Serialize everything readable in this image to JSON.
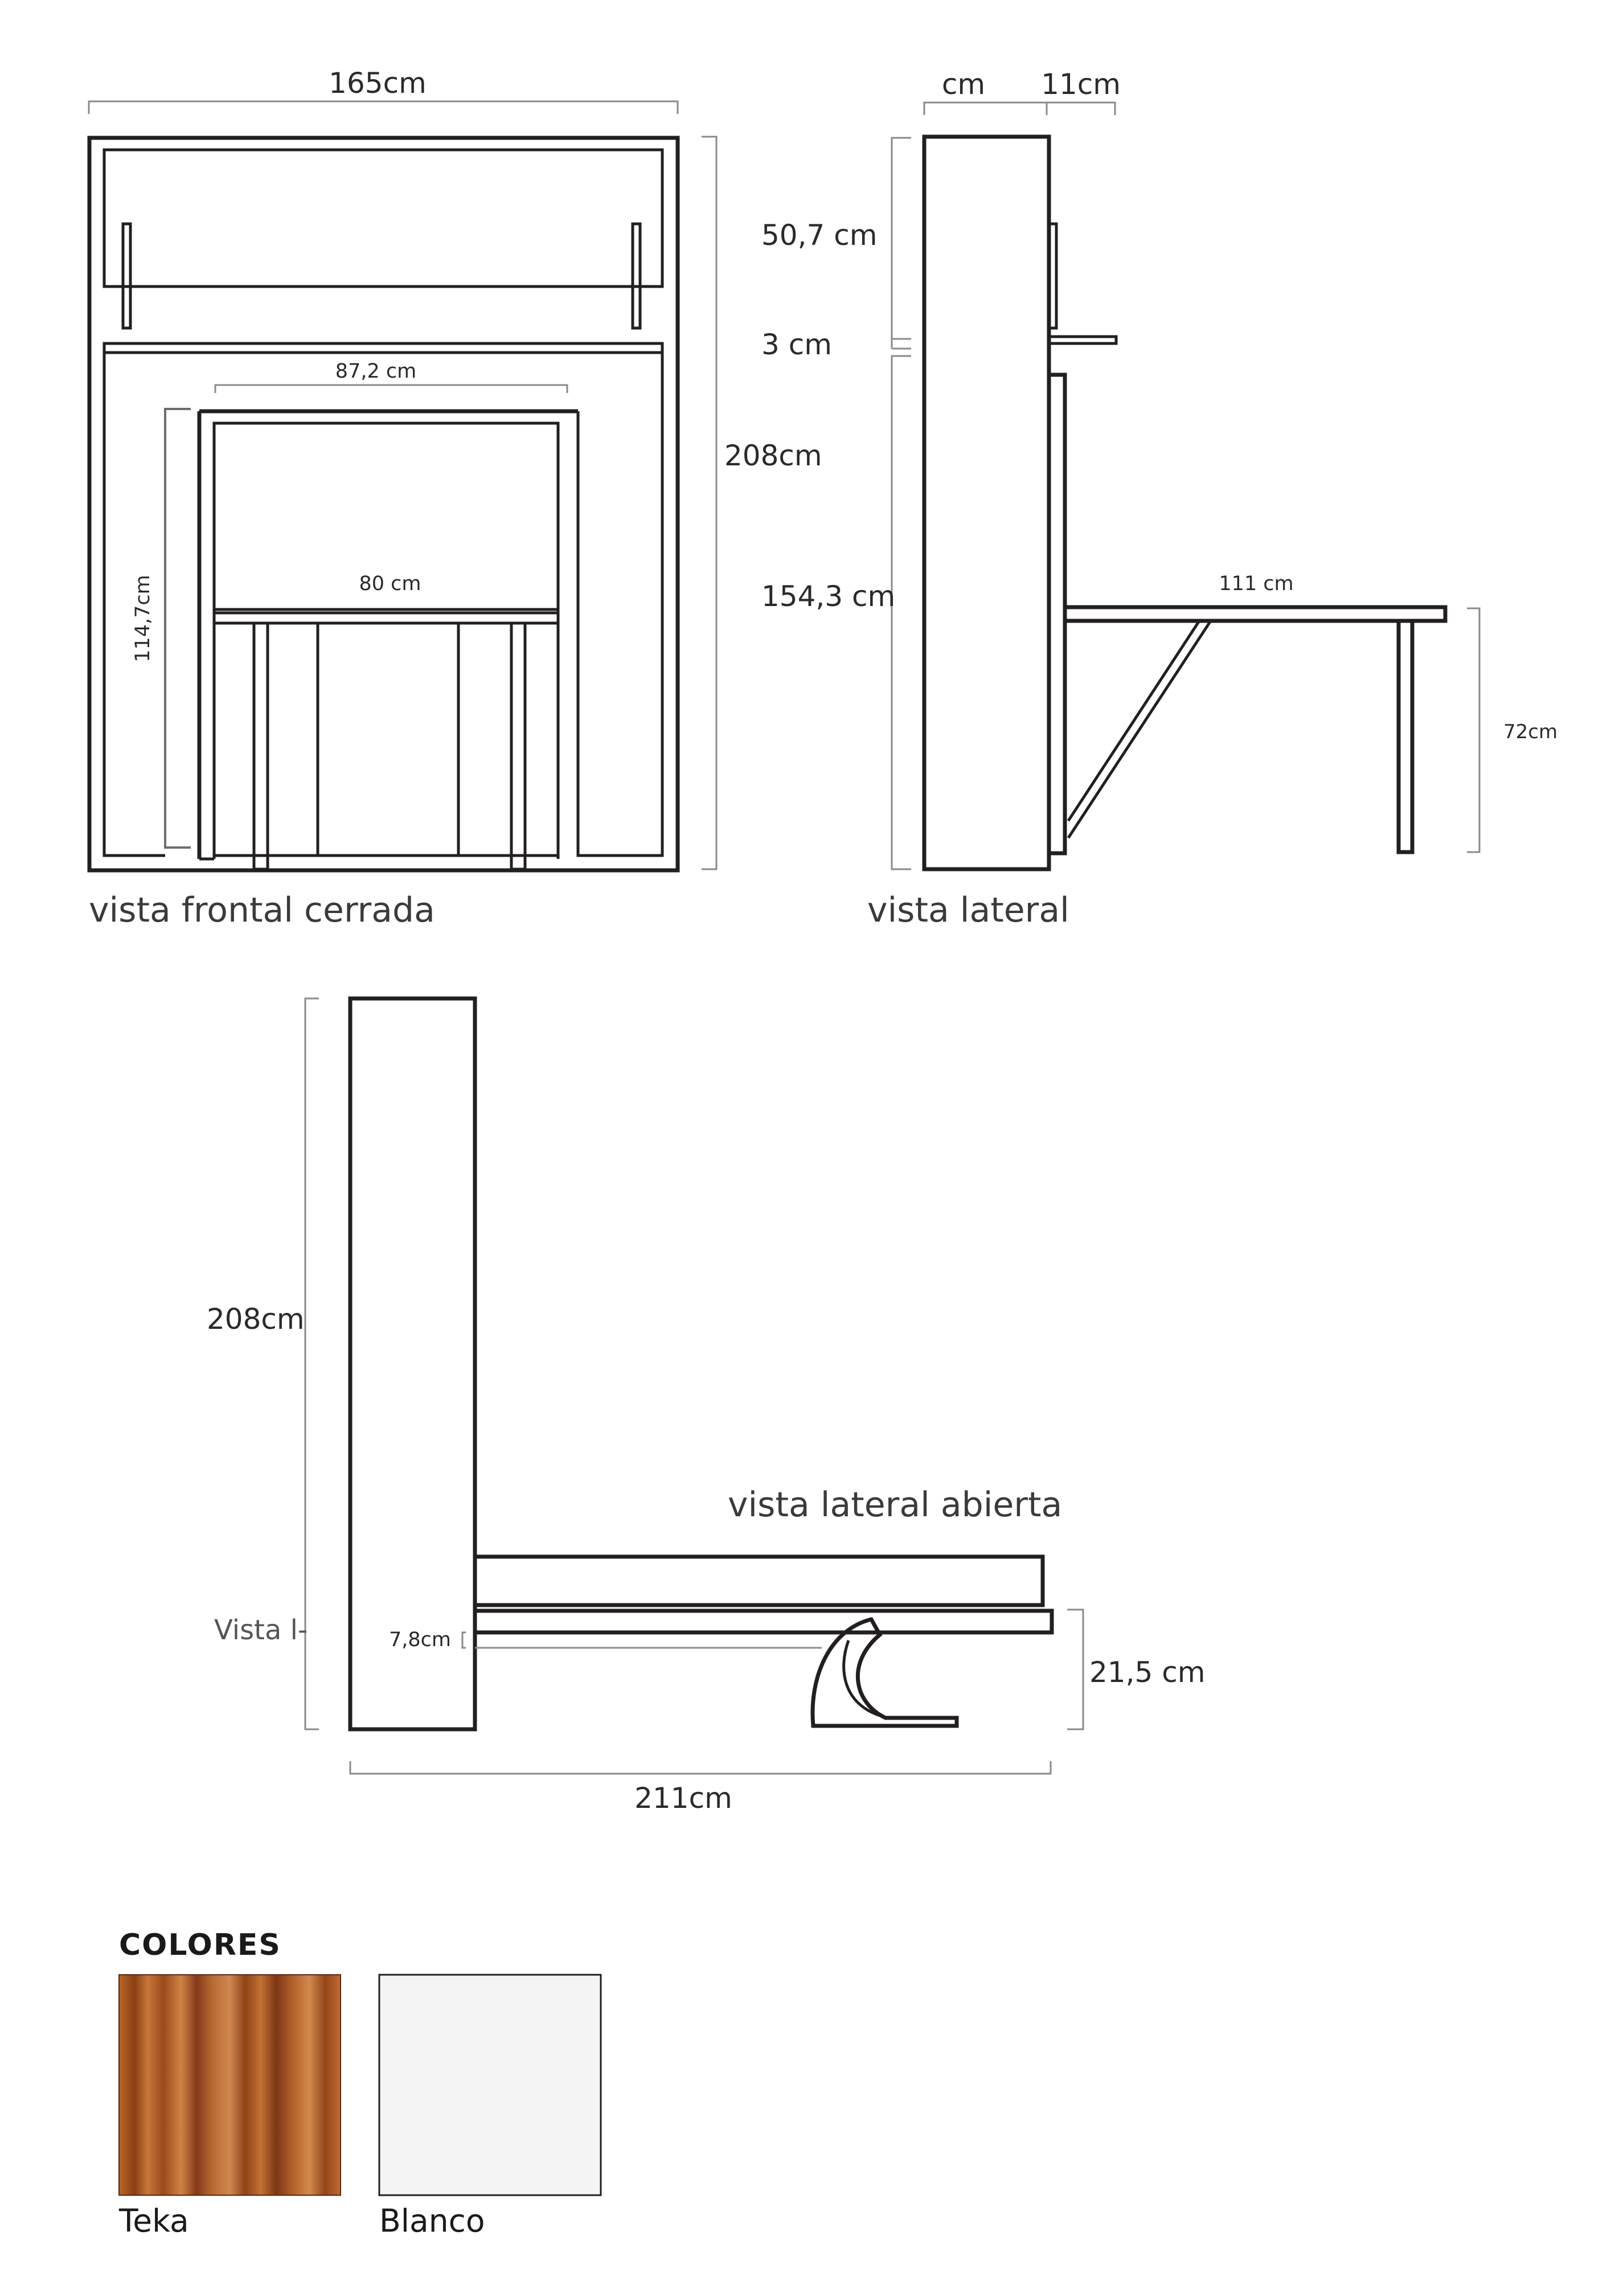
{
  "front_view": {
    "caption": "vista frontal cerrada",
    "width_label": "165cm",
    "height_label": "208cm",
    "desk_width_label": "87,2 cm",
    "desk_height_label": "114,7cm",
    "shelf_width_label": "80 cm"
  },
  "side_view": {
    "caption": "vista lateral",
    "depth_label": "cm",
    "shelf_depth_label": "11cm",
    "upper_label": "50,7 cm",
    "gap_label": "3 cm",
    "lower_label": "154,3 cm",
    "table_depth_label": "111 cm",
    "table_height_label": "72cm"
  },
  "open_view": {
    "caption": "vista lateral abierta",
    "height_label": "208cm",
    "bed_length_label": "211cm",
    "leg_height_label": "21,5 cm",
    "gap_label": "7,8cm",
    "stray_label": "Vista l-"
  },
  "colors": {
    "heading": "COLORES",
    "swatches": [
      {
        "name": "Teka",
        "color": "#a0521e"
      },
      {
        "name": "Blanco",
        "color": "#f4f4f4"
      }
    ]
  }
}
